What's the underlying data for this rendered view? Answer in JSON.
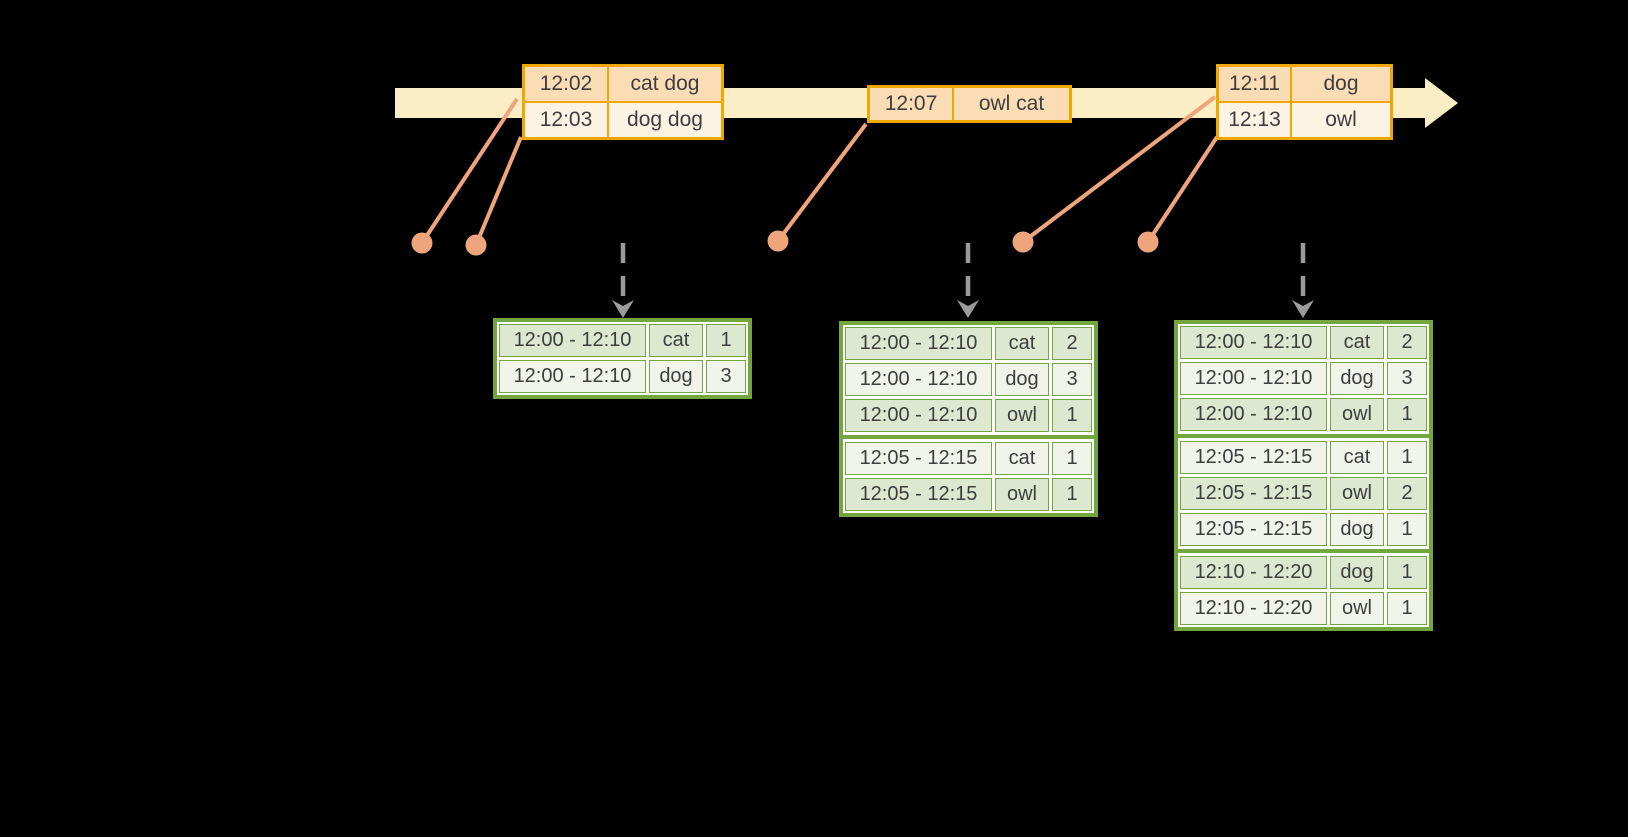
{
  "colors": {
    "background": "#000000",
    "timeline_fill": "#FBEDC4",
    "event_border": "#F0A800",
    "event_row_dark": "#FADCB5",
    "event_row_light": "#FDF3E5",
    "connector": "#EFA57B",
    "result_border": "#74A63F",
    "result_row_dark": "#DCE8CF",
    "result_row_light": "#F0F4EB",
    "gray_arrow": "#9B9B9B",
    "text": "#3E3E3E"
  },
  "event_tables": [
    {
      "rows": [
        {
          "time": "12:02",
          "words": "cat dog"
        },
        {
          "time": "12:03",
          "words": "dog dog"
        }
      ]
    },
    {
      "rows": [
        {
          "time": "12:07",
          "words": "owl cat"
        }
      ]
    },
    {
      "rows": [
        {
          "time": "12:11",
          "words": "dog"
        },
        {
          "time": "12:13",
          "words": "owl"
        }
      ]
    }
  ],
  "result_tables": [
    {
      "rows": [
        {
          "window": "12:00 - 12:10",
          "word": "cat",
          "count": "1"
        },
        {
          "window": "12:00 - 12:10",
          "word": "dog",
          "count": "3"
        }
      ]
    },
    {
      "rows": [
        {
          "window": "12:00 - 12:10",
          "word": "cat",
          "count": "2"
        },
        {
          "window": "12:00 - 12:10",
          "word": "dog",
          "count": "3"
        },
        {
          "window": "12:00 - 12:10",
          "word": "owl",
          "count": "1"
        },
        {
          "window": "12:05 - 12:15",
          "word": "cat",
          "count": "1"
        },
        {
          "window": "12:05 - 12:15",
          "word": "owl",
          "count": "1"
        }
      ]
    },
    {
      "rows": [
        {
          "window": "12:00 - 12:10",
          "word": "cat",
          "count": "2"
        },
        {
          "window": "12:00 - 12:10",
          "word": "dog",
          "count": "3"
        },
        {
          "window": "12:00 - 12:10",
          "word": "owl",
          "count": "1"
        },
        {
          "window": "12:05 - 12:15",
          "word": "cat",
          "count": "1"
        },
        {
          "window": "12:05 - 12:15",
          "word": "owl",
          "count": "2"
        },
        {
          "window": "12:05 - 12:15",
          "word": "dog",
          "count": "1"
        },
        {
          "window": "12:10 - 12:20",
          "word": "dog",
          "count": "1"
        },
        {
          "window": "12:10 - 12:20",
          "word": "owl",
          "count": "1"
        }
      ]
    }
  ]
}
